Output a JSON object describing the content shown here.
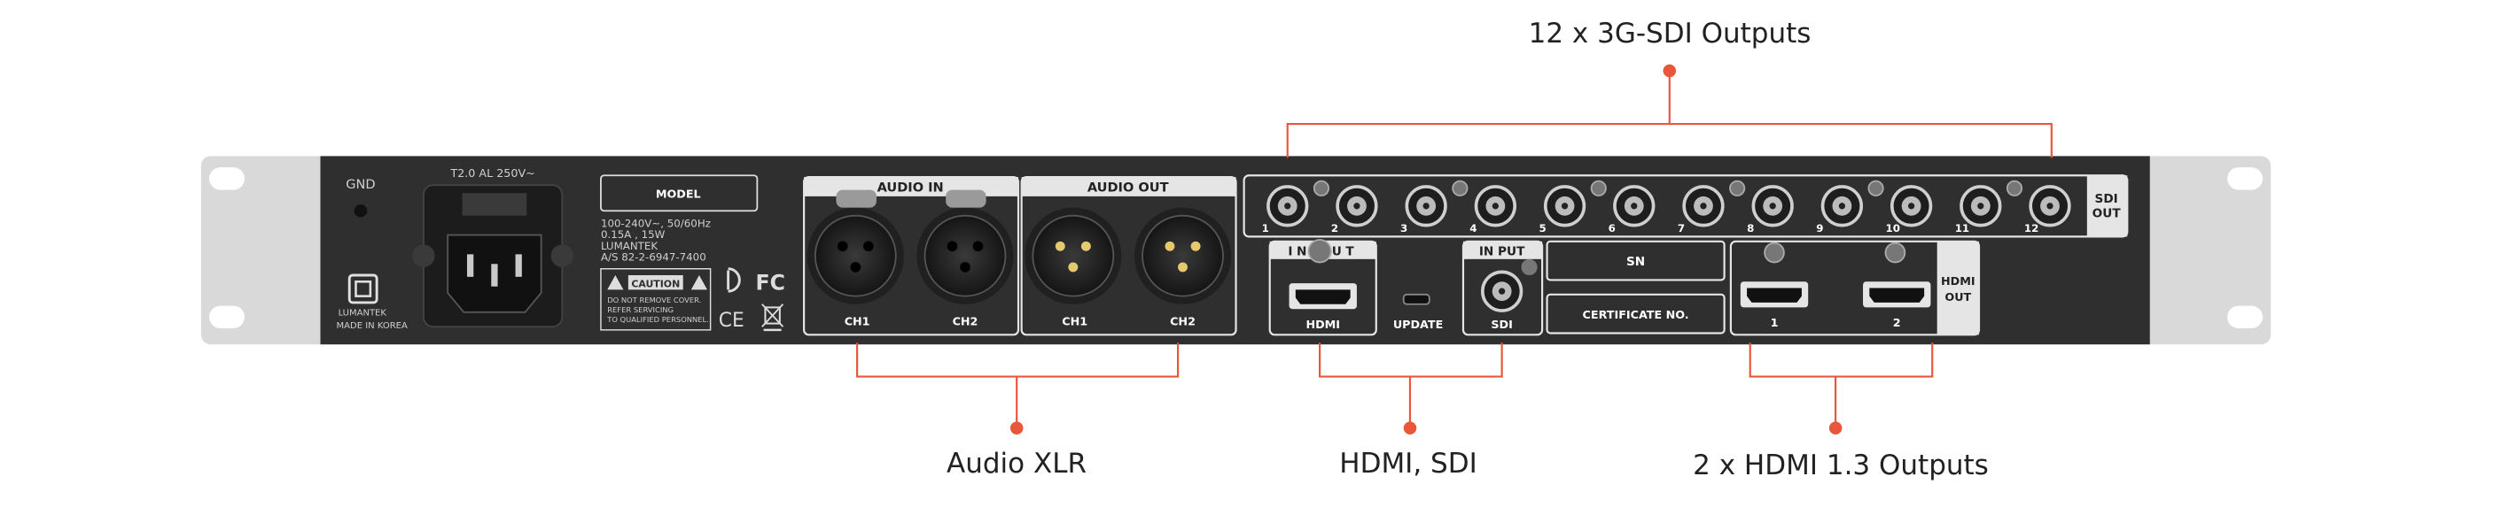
{
  "callouts": {
    "sdi_outputs": "12 x 3G-SDI Outputs",
    "audio_xlr": "Audio XLR",
    "hdmi_sdi": "HDMI, SDI",
    "hdmi_outputs": "2 x HDMI 1.3 Outputs"
  },
  "panel": {
    "gnd": "GND",
    "fuse": "T2.0 AL 250V~",
    "brand": "LUMANTEK",
    "made_in": "MADE IN KOREA",
    "model_label": "MODEL",
    "power_spec": "100-240V~, 50/60Hz",
    "current_spec": "0.15A , 15W",
    "maker": "LUMANTEK",
    "as_phone": "A/S   82-2-6947-7400",
    "caution_title": "CAUTION",
    "caution_line1": "DO NOT REMOVE COVER.",
    "caution_line2": "REFER SERVICING",
    "caution_line3": "TO QUALIFIED PERSONNEL.",
    "fc_mark": "FC",
    "ce_mark": "CE",
    "audio_in": {
      "title": "AUDIO IN",
      "ch1": "CH1",
      "ch2": "CH2"
    },
    "audio_out": {
      "title": "AUDIO OUT",
      "ch1": "CH1",
      "ch2": "CH2"
    },
    "sdi_out": {
      "label_line1": "SDI",
      "label_line2": "OUT",
      "ports": [
        "1",
        "2",
        "3",
        "4",
        "5",
        "6",
        "7",
        "8",
        "9",
        "10",
        "11",
        "12"
      ]
    },
    "hdmi_in": {
      "title": "IN PUT",
      "label": "HDMI"
    },
    "update": "UPDATE",
    "sdi_in": {
      "title": "IN PUT",
      "label": "SDI"
    },
    "sn": "SN",
    "certificate": "CERTIFICATE NO.",
    "hdmi_out": {
      "label_line1": "HDMI",
      "label_line2": "OUT",
      "ports": [
        "1",
        "2"
      ]
    }
  },
  "colors": {
    "panel": "#2f2f2f",
    "ear": "#d9d9d9",
    "callout_line": "#e8573a",
    "label_box": "#ffffff"
  }
}
